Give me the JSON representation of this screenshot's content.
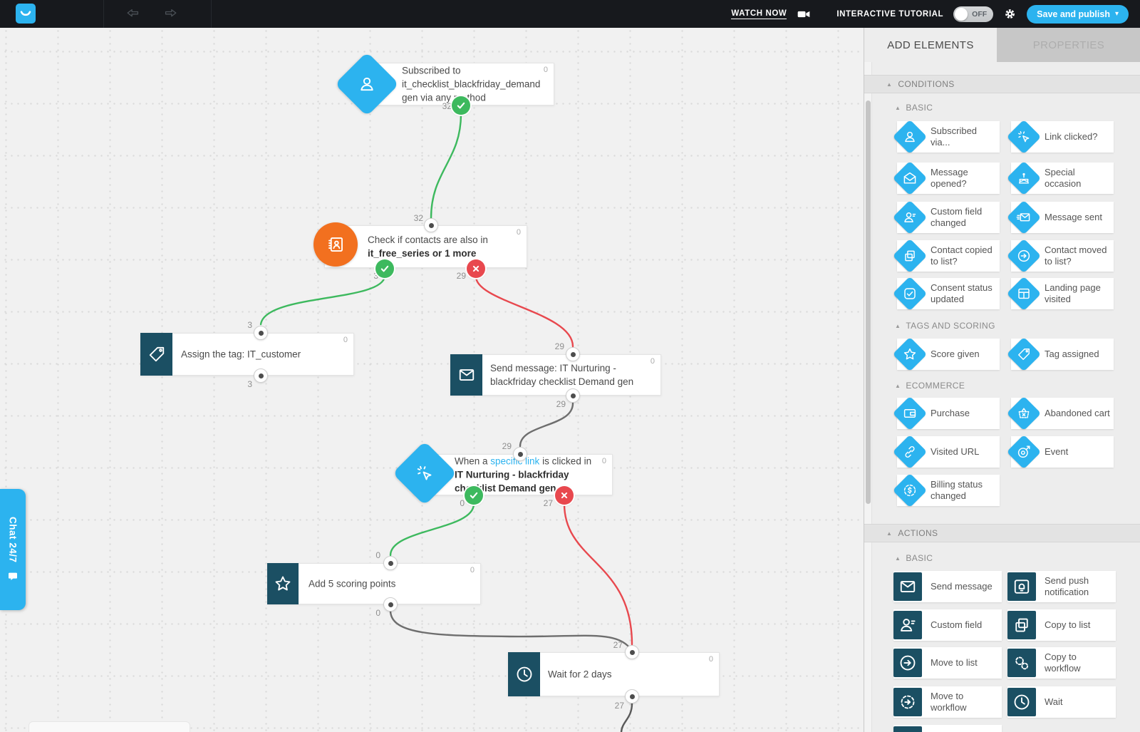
{
  "topbar": {
    "watch_now": "WATCH NOW",
    "interactive_tutorial": "INTERACTIVE TUTORIAL",
    "toggle_state": "OFF",
    "save_label": "Save and publish"
  },
  "icons": {
    "caret_down": "▾",
    "collapse": "▲"
  },
  "chat": {
    "label": "Chat 24/7"
  },
  "canvas": {
    "nodes": [
      {
        "text": "Subscribed to it_checklist_blackfriday_demandgen via any method",
        "badge": "0",
        "yes": "32"
      },
      {
        "pre": "Check if contacts are also in ",
        "bold": "it_free_series or 1 more",
        "in": "32",
        "badge": "0",
        "yes": "3",
        "no": "29"
      },
      {
        "text": "Assign the tag: IT_customer",
        "in": "3",
        "badge": "0",
        "out": "3"
      },
      {
        "text": "Send message: IT Nurturing - blackfriday checklist Demand gen",
        "in": "29",
        "badge": "0",
        "out": "29"
      },
      {
        "pre": "When a ",
        "link": "specific link",
        "mid": " is clicked in ",
        "bold": "IT Nurturing - blackfriday checklist Demand gen",
        "in": "29",
        "badge": "0",
        "yes": "0",
        "no": "27"
      },
      {
        "text": "Add 5 scoring points",
        "in": "0",
        "badge": "0",
        "out": "0"
      },
      {
        "text": "Wait for 2 days",
        "in": "27",
        "badge": "0",
        "out": "27"
      }
    ]
  },
  "sidebar": {
    "tab_add": "ADD ELEMENTS",
    "tab_props": "PROPERTIES",
    "conditions_title": "CONDITIONS",
    "cond_basic_title": "BASIC",
    "cond_basic": [
      {
        "label": "Subscribed via..."
      },
      {
        "label": "Link clicked?"
      },
      {
        "label": "Message opened?"
      },
      {
        "label": "Special occasion"
      },
      {
        "label": "Custom field changed"
      },
      {
        "label": "Message sent"
      },
      {
        "label": "Contact copied to list?"
      },
      {
        "label": "Contact moved to list?"
      },
      {
        "label": "Consent status updated"
      },
      {
        "label": "Landing page visited"
      }
    ],
    "tags_title": "TAGS AND SCORING",
    "tags": [
      {
        "label": "Score given"
      },
      {
        "label": "Tag assigned"
      }
    ],
    "ecommerce_title": "ECOMMERCE",
    "ecommerce": [
      {
        "label": "Purchase"
      },
      {
        "label": "Abandoned cart"
      },
      {
        "label": "Visited URL"
      },
      {
        "label": "Event"
      },
      {
        "label": "Billing status changed"
      }
    ],
    "actions_title": "ACTIONS",
    "act_basic_title": "BASIC",
    "act_basic": [
      {
        "label": "Send message"
      },
      {
        "label": "Send push notification"
      },
      {
        "label": "Custom field"
      },
      {
        "label": "Copy to list"
      },
      {
        "label": "Move to list"
      },
      {
        "label": "Copy to workflow"
      },
      {
        "label": "Move to workflow"
      },
      {
        "label": "Wait"
      }
    ]
  },
  "colors": {
    "accent": "#2cb3ef",
    "green": "#3db95e",
    "red": "#e8484e",
    "orange": "#f2701f",
    "dark_tile": "#1b4f63"
  }
}
